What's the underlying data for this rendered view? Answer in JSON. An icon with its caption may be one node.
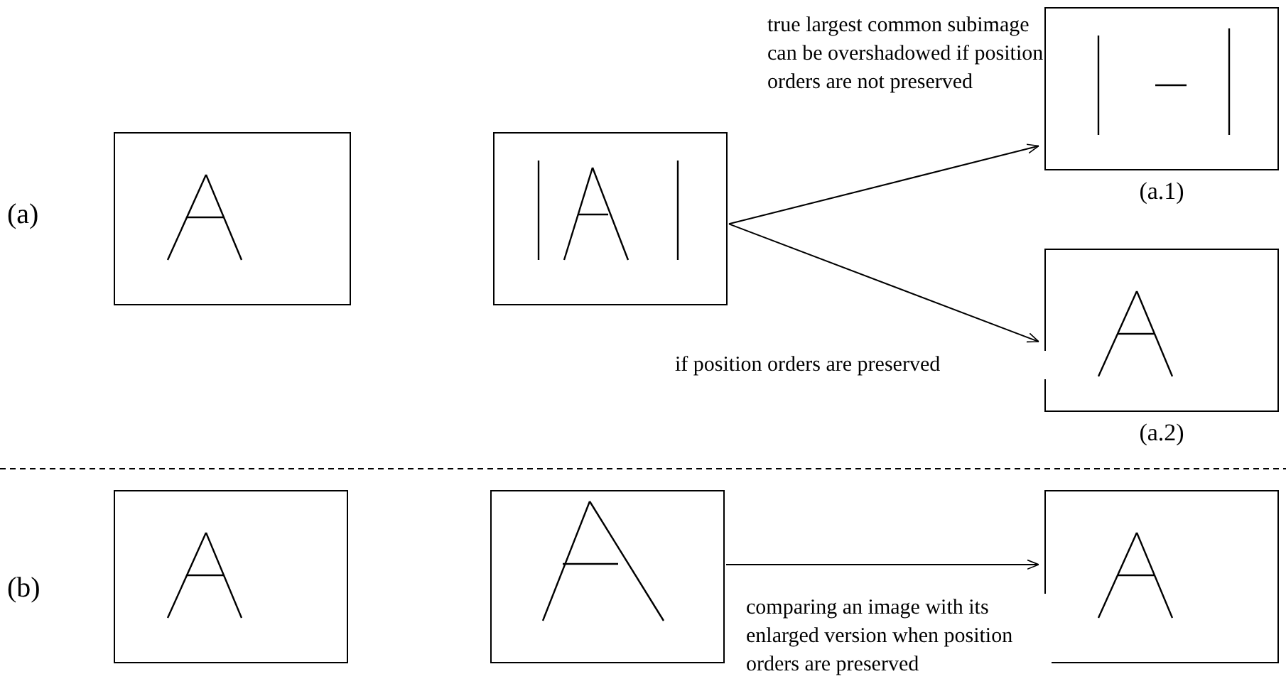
{
  "diagram": {
    "nodes": [
      {
        "text": [],
        "shape": "picture"
      },
      {
        "text": [],
        "shape": "picture"
      },
      {
        "text": [],
        "shape": "picture",
        "beside": [
          "(a.1)"
        ]
      },
      {
        "text": [],
        "shape": "picture",
        "beside": [
          "(a.2)"
        ]
      },
      {
        "text": [],
        "shape": "picture"
      },
      {
        "text": [],
        "shape": "picture"
      },
      {
        "text": [],
        "shape": "picture"
      }
    ],
    "edges": [
      {
        "from": 1,
        "to": 2,
        "arrow": "to",
        "label": "true largest common subimage can be overshadowed if position orders are not preserved"
      },
      {
        "from": 1,
        "to": 3,
        "arrow": "to",
        "label": "if position orders are preserved"
      },
      {
        "from": 5,
        "to": 6,
        "arrow": "to",
        "label": "comparing an image with its enlarged version when position orders are preserved"
      }
    ],
    "labels": [
      "(a)",
      "(b)"
    ]
  }
}
